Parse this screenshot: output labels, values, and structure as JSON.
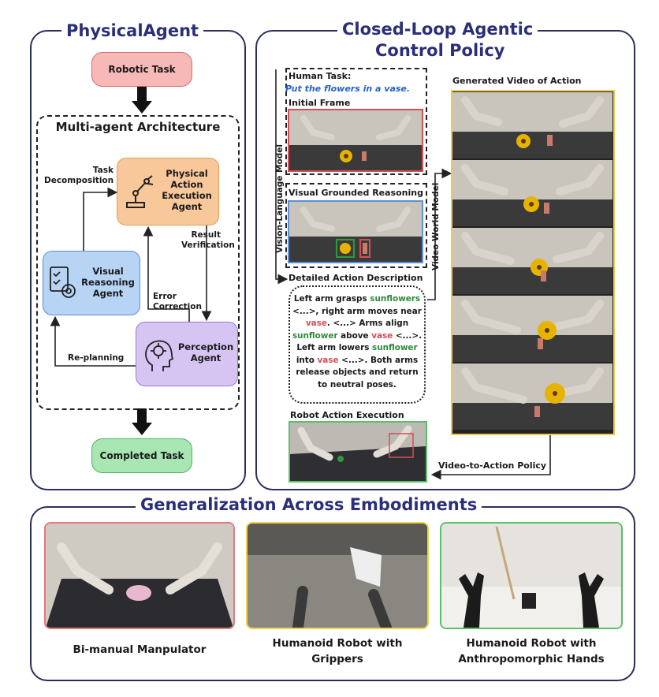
{
  "left_panel": {
    "title": "PhysicalAgent",
    "robotic_task": "Robotic Task",
    "architecture_title": "Multi-agent Architecture",
    "physical_agent": [
      "Physical",
      "Action",
      "Execution",
      "Agent"
    ],
    "visual_agent": [
      "Visual",
      "Reasoning",
      "Agent"
    ],
    "perception_agent": [
      "Perception",
      "Agent"
    ],
    "task_decomposition": [
      "Task",
      "Decomposition"
    ],
    "result_verification": [
      "Result",
      "Verification"
    ],
    "error_correction": [
      "Error",
      "Correction"
    ],
    "re_planning": "Re-planning",
    "completed_task": "Completed Task",
    "colors": {
      "robotic_task_fill": "#f7b8b8",
      "physical_fill": "#f8c89a",
      "visual_fill": "#b8d4f5",
      "perception_fill": "#d6c4f2",
      "completed_fill": "#a8e6b4"
    }
  },
  "right_panel": {
    "title_line1": "Closed-Loop Agentic",
    "title_line2": "Control Policy",
    "human_task_label": "Human Task:",
    "human_task_text": "Put the flowers in a vase.",
    "initial_frame": "Initial Frame",
    "visual_grounded_reasoning": "Visual Grounded Reasoning",
    "detailed_action_description": "Detailed Action Description",
    "vlm_label": "Vision-Language Model",
    "video_world_model": "Video World Model",
    "generated_video_title": "Generated Video of Action",
    "robot_action_execution": "Robot Action Execution",
    "video_to_action_policy": "Video-to-Action Policy",
    "description_lines": [
      [
        {
          "t": "Left arm grasps ",
          "c": ""
        },
        {
          "t": "sunflowers",
          "c": "green"
        }
      ],
      [
        {
          "t": "<...>, right arm moves near",
          "c": ""
        }
      ],
      [
        {
          "t": "vase",
          "c": "red"
        },
        {
          "t": ". <...> Arms align",
          "c": ""
        }
      ],
      [
        {
          "t": "sunflower",
          "c": "green"
        },
        {
          "t": " above ",
          "c": ""
        },
        {
          "t": "vase",
          "c": "red"
        },
        {
          "t": " <...>.",
          "c": ""
        }
      ],
      [
        {
          "t": " Left arm lowers ",
          "c": ""
        },
        {
          "t": "sunflower",
          "c": "green"
        }
      ],
      [
        {
          "t": "into ",
          "c": ""
        },
        {
          "t": "vase",
          "c": "red"
        },
        {
          "t": " <...>. Both arms",
          "c": ""
        }
      ],
      [
        {
          "t": "release objects and return",
          "c": ""
        }
      ],
      [
        {
          "t": "to neutral poses.",
          "c": ""
        }
      ]
    ]
  },
  "bottom_panel": {
    "title": "Generalization Across Embodiments",
    "items": [
      {
        "caption": [
          "Bi-manual Manpulator"
        ],
        "border": "#e27b7b"
      },
      {
        "caption": [
          "Humanoid Robot with",
          "Grippers"
        ],
        "border": "#f0d24a"
      },
      {
        "caption": [
          "Humanoid Robot with",
          "Anthropomorphic Hands"
        ],
        "border": "#5cc06a"
      }
    ]
  }
}
